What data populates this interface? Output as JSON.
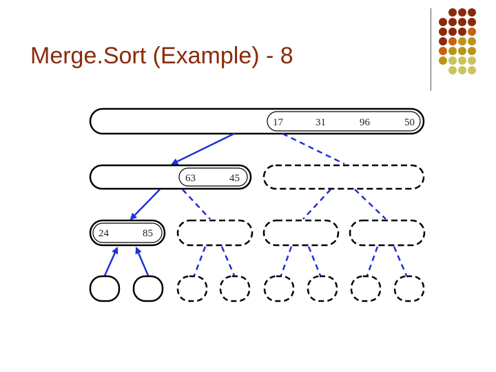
{
  "slide": {
    "title": "Merge.Sort (Example) - 8"
  },
  "colors": {
    "title": "#8a2a0b",
    "arrow_blue": "#1f2fd8",
    "outline": "#000000",
    "dot_dark_brown": "#8a2a0b",
    "dot_orange": "#c8620e",
    "dot_gold": "#b8961c",
    "dot_olive": "#c9c462"
  },
  "diagram": {
    "level0_values": [
      "17",
      "31",
      "96",
      "50"
    ],
    "level1_values": [
      "63",
      "45"
    ],
    "level2_values": [
      "24",
      "85"
    ]
  }
}
